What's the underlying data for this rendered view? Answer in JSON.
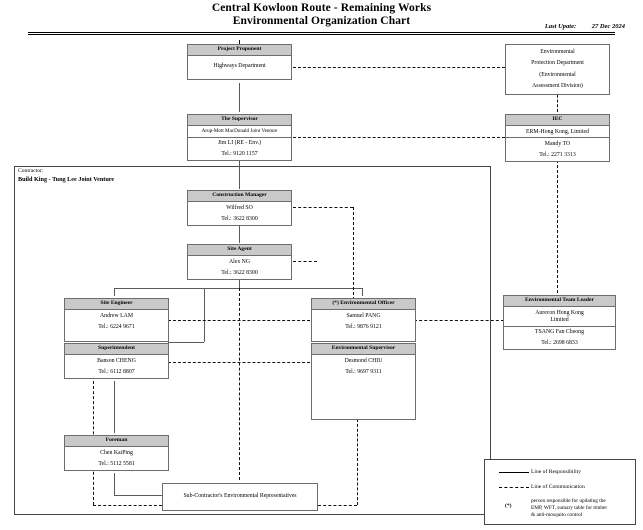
{
  "header": {
    "title_line1": "Central Kowloon Route - Remaining Works",
    "title_line2": "Environmental Organization Chart",
    "last_update_label": "Last Upate:",
    "last_update_date": "27 Dec 2024"
  },
  "contractor_frame": {
    "label": "Contractor:",
    "name": "Build King - Tung Lee Joint Venture"
  },
  "nodes": {
    "project_proponent": {
      "header": "Project Proponent",
      "body": "Highways Department"
    },
    "epd": {
      "line1": "Environmental",
      "line2": "Protection Department",
      "line3": "(Environmental",
      "line4": "Assessment Division)"
    },
    "supervisor": {
      "header": "The Supervisor",
      "company": "Arup-Mott MacDonald Joint Venture",
      "person": "Jim LI (RE - Env.)",
      "tel": "Tel.: 9120 1157"
    },
    "iec": {
      "header": "IEC",
      "company": "ERM-Hong Kong, Limited",
      "person": "Mandy TO",
      "tel": "Tel.: 2271 3313"
    },
    "construction_manager": {
      "header": "Construction Manager",
      "person": "Wilfred SO",
      "tel": "Tel.: 3622 8300"
    },
    "site_agent": {
      "header": "Site Agent",
      "person": "Alex NG",
      "tel": "Tel.: 3622 8300"
    },
    "site_engineer": {
      "header": "Site Engineer",
      "person": "Andrew LAM",
      "tel": "Tel.: 6224 9671"
    },
    "environmental_officer": {
      "header": "(*) Environmental Officer",
      "person": "Samuel PANG",
      "tel": "Tel.: 9876 9121"
    },
    "environmental_team_leader": {
      "header": "Environmental Team Leader",
      "company_line1": "Aurecon Hong Kong",
      "company_line2": "Limited",
      "person": "TSANG Fan Cheong",
      "tel": "Tel.: 2698 6833"
    },
    "superintendent": {
      "header": "Superintendent",
      "person": "Banson CHENG",
      "tel": "Tel.: 6112 8807"
    },
    "environmental_supervisor": {
      "header": "Environmental Supervisor",
      "person": "Desmond CHIU",
      "tel": "Tel.: 9697 9311"
    },
    "foreman": {
      "header": "Foreman",
      "person": "Chen KaiPing",
      "tel": "Tel.: 5112 5581"
    },
    "sub_contractor": {
      "body": "Sub-Contractor's Environmental Representatives"
    }
  },
  "legend": {
    "responsibility": "Line of Responsibility",
    "communication": "Line of Communication",
    "asterisk": "(*)",
    "note_line1": "person responsible for updating the",
    "note_line2": "EMP, WFT, sumary table for timber",
    "note_line3": "& anti-mosquito control"
  },
  "colors": {
    "header_fill": "#c9c9c9",
    "box_border": "#6d6d6d",
    "frame_border": "#444444",
    "solid_line": "#5a5a5a",
    "dashed_line": "#111111"
  }
}
